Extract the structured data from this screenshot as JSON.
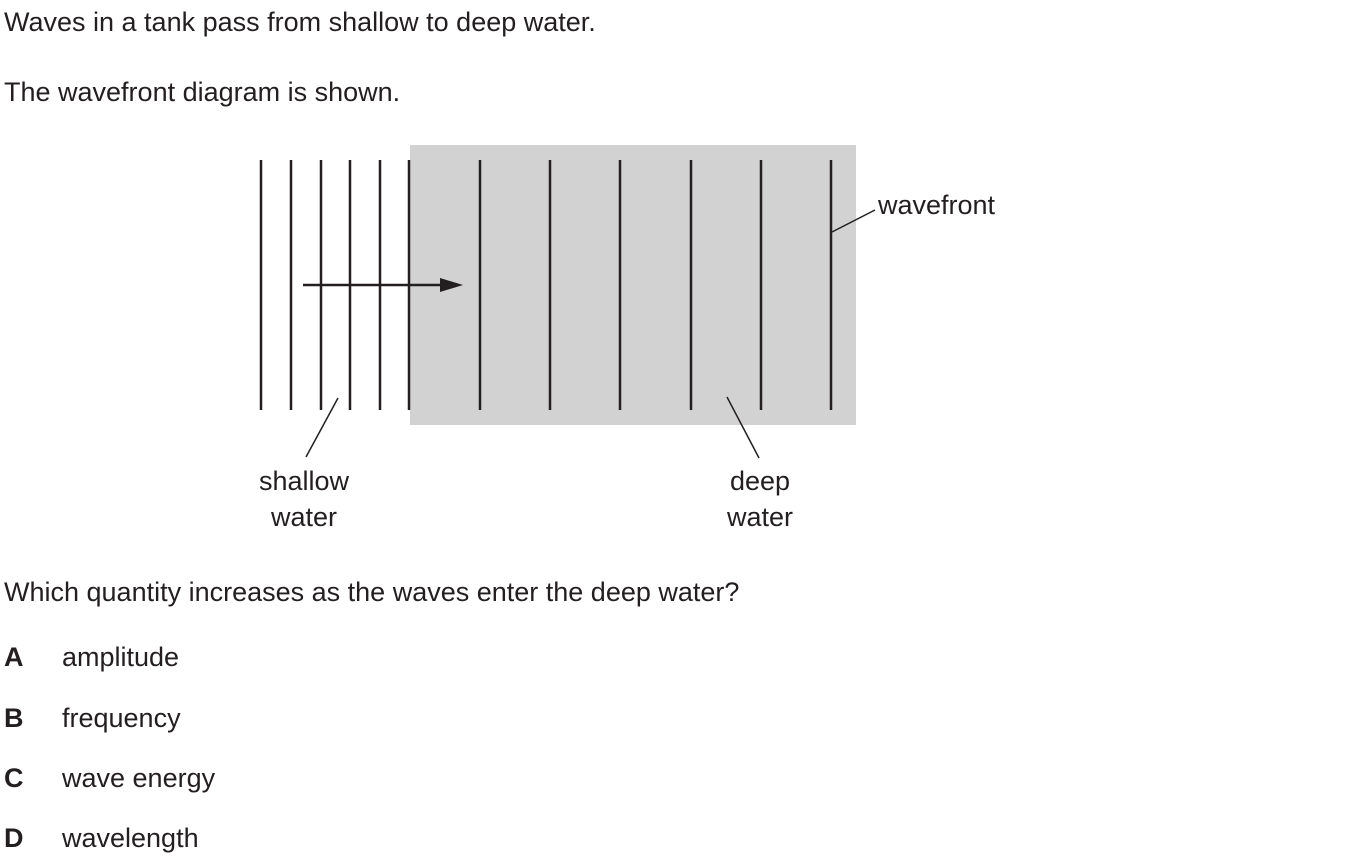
{
  "question": {
    "stem_line_1": "Waves in a tank pass from shallow to deep water.",
    "stem_line_2": "The wavefront diagram is shown.",
    "prompt": "Which quantity increases as the waves enter the deep water?"
  },
  "diagram": {
    "label_wavefront": "wavefront",
    "label_shallow_line_1": "shallow",
    "label_shallow_line_2": "water",
    "label_deep_line_1": "deep",
    "label_deep_line_2": "water",
    "colors": {
      "deep_water_fill": "#d2d2d2",
      "line": "#231f20"
    }
  },
  "options": [
    {
      "letter": "A",
      "text": "amplitude"
    },
    {
      "letter": "B",
      "text": "frequency"
    },
    {
      "letter": "C",
      "text": "wave energy"
    },
    {
      "letter": "D",
      "text": "wavelength"
    }
  ]
}
